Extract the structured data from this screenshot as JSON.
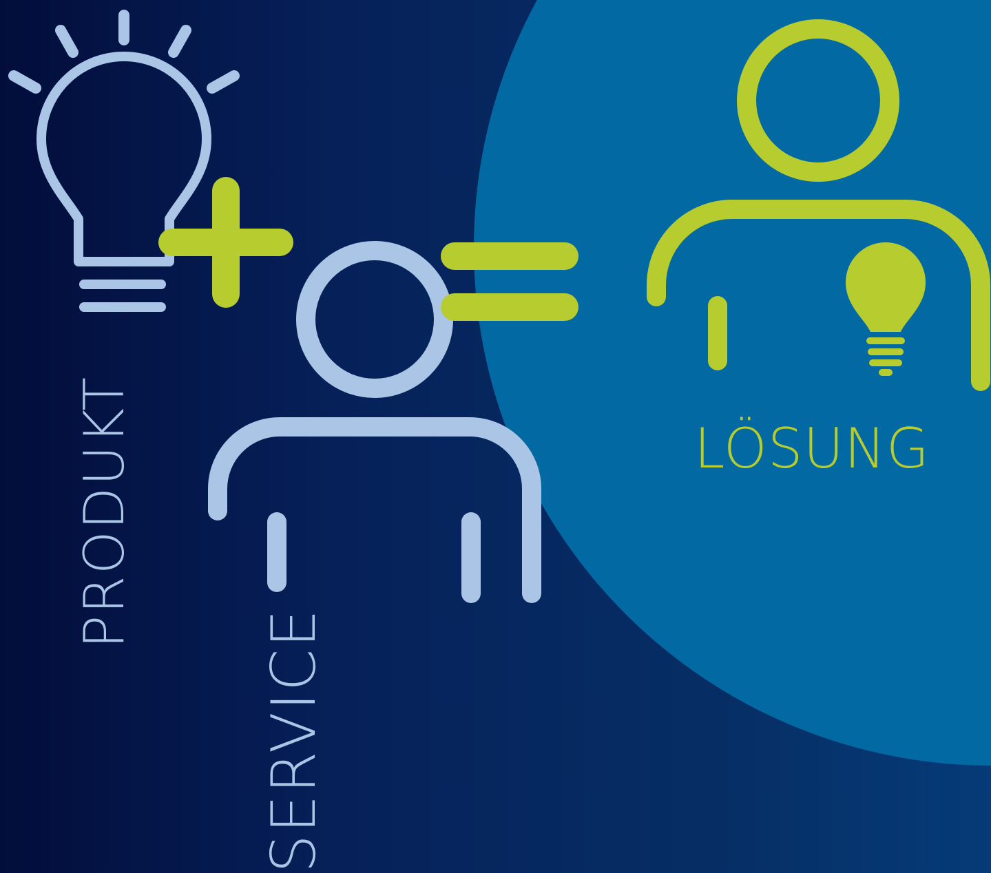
{
  "colors": {
    "background_left": "#020d3b",
    "background_right": "#053b78",
    "circle_fill": "#0369a3",
    "outline_light": "#aac5e5",
    "accent_green": "#b7cd2f"
  },
  "labels": {
    "produkt": "PRODUKT",
    "service": "SERVICE",
    "loesung": "LÖSUNG"
  },
  "icons": [
    "light-bulb-icon",
    "plus-icon",
    "person-icon",
    "equals-icon",
    "person-with-bulb-icon"
  ]
}
